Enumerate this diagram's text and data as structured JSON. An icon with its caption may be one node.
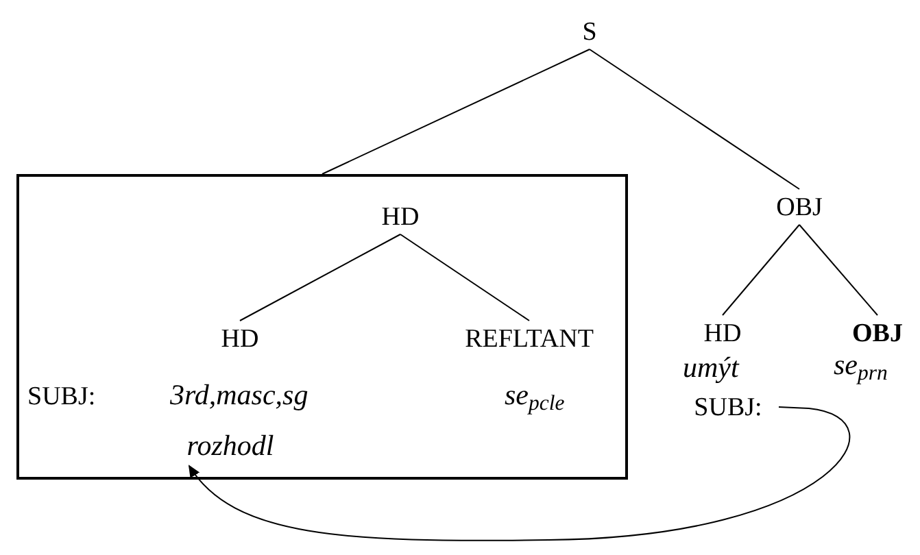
{
  "diagram": {
    "nodes": [
      {
        "text": [
          "S"
        ]
      },
      {
        "text": [],
        "shape": "box"
      },
      {
        "text": [
          "HD"
        ],
        "in": 1
      },
      {
        "text": [
          "HD"
        ],
        "in": 1
      },
      {
        "text": [
          "REFLTANT"
        ],
        "in": 1
      },
      {
        "text": [
          "OBJ"
        ]
      },
      {
        "text": [
          "HD"
        ]
      },
      {
        "text": [
          "OBJ"
        ]
      },
      {
        "text": [
          "rozhodl"
        ],
        "in": 1
      },
      {
        "text": [
          "SUBJ:"
        ]
      }
    ],
    "edges": [
      {
        "from": 0,
        "to": 1,
        "arrow": "none"
      },
      {
        "from": 0,
        "to": 5,
        "arrow": "none"
      },
      {
        "from": 2,
        "to": 3,
        "arrow": "none"
      },
      {
        "from": 2,
        "to": 4,
        "arrow": "none"
      },
      {
        "from": 5,
        "to": 6,
        "arrow": "none"
      },
      {
        "from": 5,
        "to": 7,
        "arrow": "none"
      },
      {
        "from": 9,
        "to": 8,
        "arrow": "to"
      }
    ],
    "labels": [
      "SUBJ:",
      "3rd,masc,sg",
      "se$_{pcle}$",
      "umýt",
      "se$_{prn}$"
    ]
  }
}
